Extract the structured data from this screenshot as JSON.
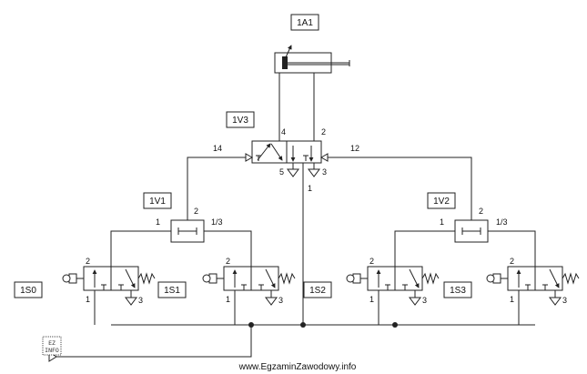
{
  "labels": {
    "cyl": "1A1",
    "main_valve": "1V3",
    "or_left": "1V1",
    "or_right": "1V2",
    "s0": "1S0",
    "s1": "1S1",
    "s2": "1S2",
    "s3": "1S3"
  },
  "ports": {
    "v3_a": "4",
    "v3_b": "2",
    "v3_ex1": "5",
    "v3_ex2": "3",
    "v3_supply": "1",
    "v3_pilot_left": "14",
    "v3_pilot_right": "12",
    "or_in_x": "1",
    "or_in_y": "1/3",
    "or_out": "2",
    "s_out": "2",
    "s_in": "1",
    "s_ex": "3"
  },
  "watermark": "www.EgzaminZawodowy.info",
  "logo_lines": [
    "EZ",
    "INFO"
  ]
}
